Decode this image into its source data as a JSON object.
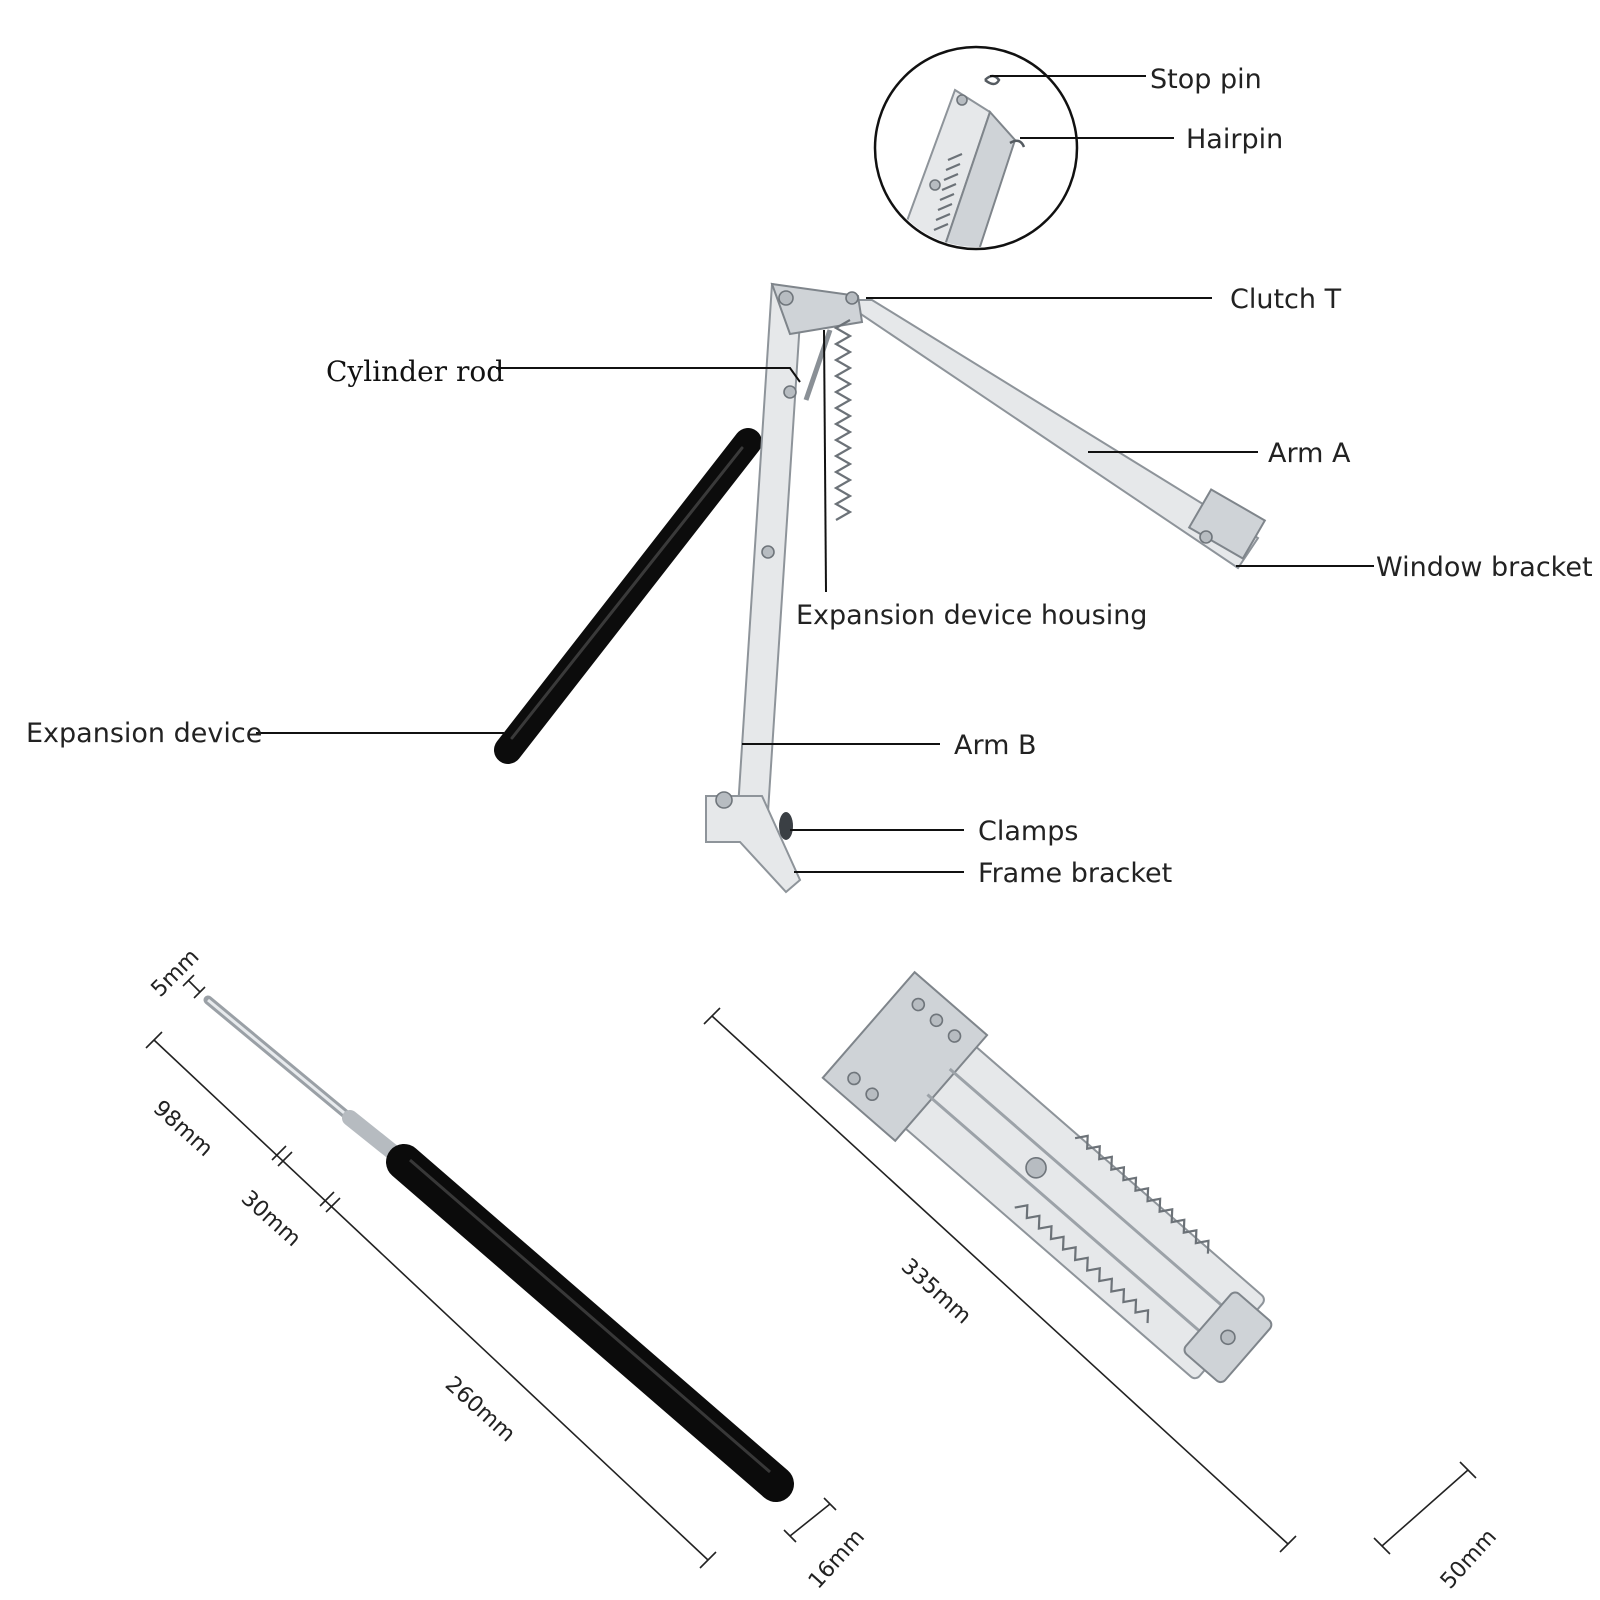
{
  "labels": {
    "stop_pin": "Stop pin",
    "hairpin": "Hairpin",
    "clutch_t": "Clutch T",
    "cylinder_rod": "Cylinder rod",
    "arm_a": "Arm A",
    "window_bracket": "Window bracket",
    "expansion_device_housing": "Expansion device housing",
    "expansion_device": "Expansion device",
    "arm_b": "Arm B",
    "clamps": "Clamps",
    "frame_bracket": "Frame bracket"
  },
  "dimensions": {
    "rod_tip": "5mm",
    "rod_length": "98mm",
    "collar_length": "30mm",
    "cylinder_length": "260mm",
    "cylinder_diameter": "16mm",
    "opener_length": "335mm",
    "opener_width": "50mm"
  },
  "colors": {
    "metal": "#e6e8ea",
    "cylinder": "#111111",
    "text": "#222222"
  }
}
